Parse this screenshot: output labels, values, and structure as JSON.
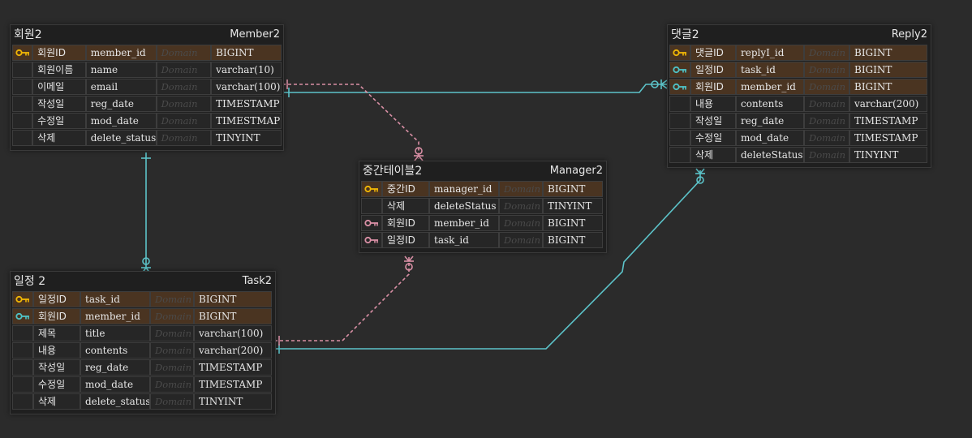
{
  "colors": {
    "background": "#2b2b2b",
    "pk_row": "#4a3421",
    "primary_key_icon": "#f2b705",
    "foreign_key_icon": "#4fc3c7",
    "foreign_key_icon_pink": "#d98fa5",
    "connector_teal": "#5cc3c9",
    "connector_pink": "#d98fa5"
  },
  "entities": [
    {
      "id": "member",
      "logical": "회원2",
      "physical": "Member2",
      "columns": [
        {
          "logical": "회원ID",
          "physical": "member_id",
          "domain": "Domain",
          "type": "BIGINT",
          "key": "pk",
          "pk_row": true
        },
        {
          "logical": "회원이름",
          "physical": "name",
          "domain": "Domain",
          "type": "varchar(10)",
          "key": "",
          "pk_row": false
        },
        {
          "logical": "이메일",
          "physical": "email",
          "domain": "Domain",
          "type": "varchar(100)",
          "key": "",
          "pk_row": false
        },
        {
          "logical": "작성일",
          "physical": "reg_date",
          "domain": "Domain",
          "type": "TIMESTAMP",
          "key": "",
          "pk_row": false
        },
        {
          "logical": "수정일",
          "physical": "mod_date",
          "domain": "Domain",
          "type": "TIMESTMAP",
          "key": "",
          "pk_row": false
        },
        {
          "logical": "삭제",
          "physical": "delete_status",
          "domain": "Domain",
          "type": "TINYINT",
          "key": "",
          "pk_row": false
        }
      ]
    },
    {
      "id": "manager",
      "logical": "중간테이블2",
      "physical": "Manager2",
      "columns": [
        {
          "logical": "중간ID",
          "physical": "manager_id",
          "domain": "Domain",
          "type": "BIGINT",
          "key": "pk",
          "pk_row": true
        },
        {
          "logical": "삭제",
          "physical": "deleteStatus",
          "domain": "Domain",
          "type": "TINYINT",
          "key": "",
          "pk_row": false
        },
        {
          "logical": "회원ID",
          "physical": "member_id",
          "domain": "Domain",
          "type": "BIGINT",
          "key": "fk-pink",
          "pk_row": false
        },
        {
          "logical": "일정ID",
          "physical": "task_id",
          "domain": "Domain",
          "type": "BIGINT",
          "key": "fk-pink",
          "pk_row": false
        }
      ]
    },
    {
      "id": "reply",
      "logical": "댓글2",
      "physical": "Reply2",
      "columns": [
        {
          "logical": "댓글ID",
          "physical": "replyI_id",
          "domain": "Domain",
          "type": "BIGINT",
          "key": "pk",
          "pk_row": true
        },
        {
          "logical": "일정ID",
          "physical": "task_id",
          "domain": "Domain",
          "type": "BIGINT",
          "key": "fk",
          "pk_row": true
        },
        {
          "logical": "회원ID",
          "physical": "member_id",
          "domain": "Domain",
          "type": "BIGINT",
          "key": "fk",
          "pk_row": true
        },
        {
          "logical": "내용",
          "physical": "contents",
          "domain": "Domain",
          "type": "varchar(200)",
          "key": "",
          "pk_row": false
        },
        {
          "logical": "작성일",
          "physical": "reg_date",
          "domain": "Domain",
          "type": "TIMESTAMP",
          "key": "",
          "pk_row": false
        },
        {
          "logical": "수정일",
          "physical": "mod_date",
          "domain": "Domain",
          "type": "TIMESTAMP",
          "key": "",
          "pk_row": false
        },
        {
          "logical": "삭제",
          "physical": "deleteStatus",
          "domain": "Domain",
          "type": "TINYINT",
          "key": "",
          "pk_row": false
        }
      ]
    },
    {
      "id": "task",
      "logical": "일정 2",
      "physical": "Task2",
      "columns": [
        {
          "logical": "일정ID",
          "physical": "task_id",
          "domain": "Domain",
          "type": "BIGINT",
          "key": "pk",
          "pk_row": true
        },
        {
          "logical": "회원ID",
          "physical": "member_id",
          "domain": "Domain",
          "type": "BIGINT",
          "key": "fk",
          "pk_row": true
        },
        {
          "logical": "제목",
          "physical": "title",
          "domain": "Domain",
          "type": "varchar(100)",
          "key": "",
          "pk_row": false
        },
        {
          "logical": "내용",
          "physical": "contents",
          "domain": "Domain",
          "type": "varchar(200)",
          "key": "",
          "pk_row": false
        },
        {
          "logical": "작성일",
          "physical": "reg_date",
          "domain": "Domain",
          "type": "TIMESTAMP",
          "key": "",
          "pk_row": false
        },
        {
          "logical": "수정일",
          "physical": "mod_date",
          "domain": "Domain",
          "type": "TIMESTAMP",
          "key": "",
          "pk_row": false
        },
        {
          "logical": "삭제",
          "physical": "delete_status",
          "domain": "Domain",
          "type": "TINYINT",
          "key": "",
          "pk_row": false
        }
      ]
    }
  ],
  "relationships": [
    {
      "from": "member",
      "to": "task",
      "style": "solid",
      "color": "teal"
    },
    {
      "from": "member",
      "to": "reply",
      "style": "solid",
      "color": "teal"
    },
    {
      "from": "member",
      "to": "manager",
      "style": "dashed",
      "color": "pink"
    },
    {
      "from": "task",
      "to": "manager",
      "style": "dashed",
      "color": "pink"
    },
    {
      "from": "task",
      "to": "reply",
      "style": "solid",
      "color": "teal"
    }
  ]
}
